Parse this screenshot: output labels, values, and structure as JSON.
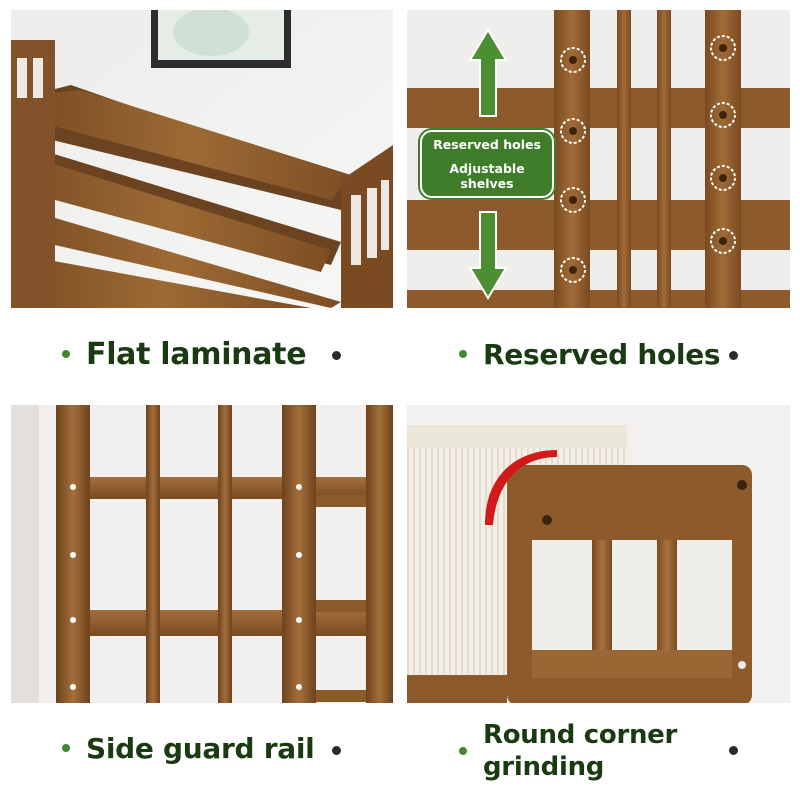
{
  "features": [
    {
      "label": "Flat laminate"
    },
    {
      "label": "Reserved holes"
    },
    {
      "label": "Side guard rail"
    },
    {
      "label": "Round corner grinding"
    }
  ],
  "callout": {
    "line1": "Reserved holes",
    "line2": "Adjustable shelves"
  },
  "colors": {
    "caption_text": "#1a3a12",
    "bullet_green": "#3f8a2e",
    "arrow_green": "#4a8f34",
    "wood": "#8a5a2b",
    "curve_red": "#d11a1a"
  }
}
